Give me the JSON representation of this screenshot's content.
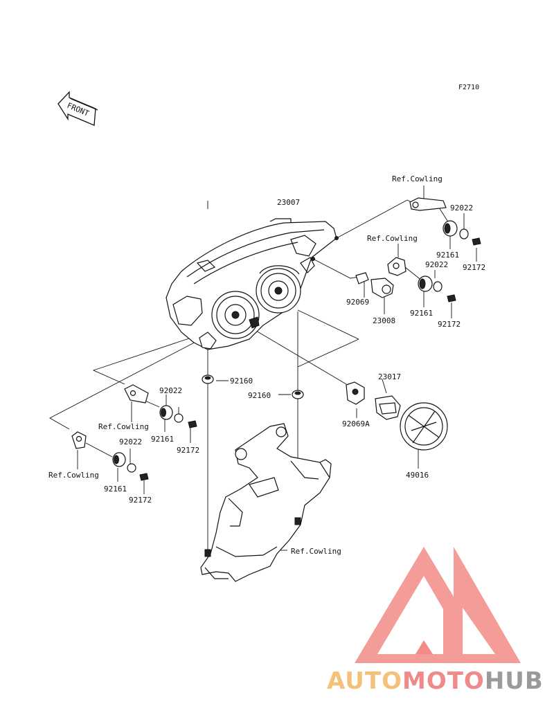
{
  "figure_number": "F2710",
  "front_arrow_text": "FRONT",
  "labels": {
    "headlight_assy": "23007",
    "ref_cowling_top": "Ref.Cowling",
    "grommet_top_right": "92022",
    "damper_top_right": "92161",
    "bolt_top_right": "92172",
    "ref_cowling_mid": "Ref.Cowling",
    "grommet_mid_right": "92022",
    "damper_mid_right": "92161",
    "bolt_mid_right": "92172",
    "bulb_position": "92069",
    "socket_position": "23008",
    "nut_left": "92160",
    "nut_center": "92160",
    "socket_head": "23017",
    "bulb_head": "92069A",
    "cap_head": "49016",
    "ref_cowling_left_upper": "Ref.Cowling",
    "grommet_left_upper": "92022",
    "damper_left_upper": "92161",
    "bolt_left_upper": "92172",
    "ref_cowling_left_lower": "Ref.Cowling",
    "grommet_left_lower": "92022",
    "damper_left_lower": "92161",
    "bolt_left_lower": "92172",
    "ref_cowling_bracket": "Ref.Cowling"
  },
  "watermark": {
    "part1": "AUTO",
    "part2": "MOTO",
    "part3": "HUB",
    "color_auto": "#f5c07a",
    "color_moto": "#f08a8a",
    "color_hub": "#9a9a9a",
    "logo_color": "#f28b85"
  }
}
